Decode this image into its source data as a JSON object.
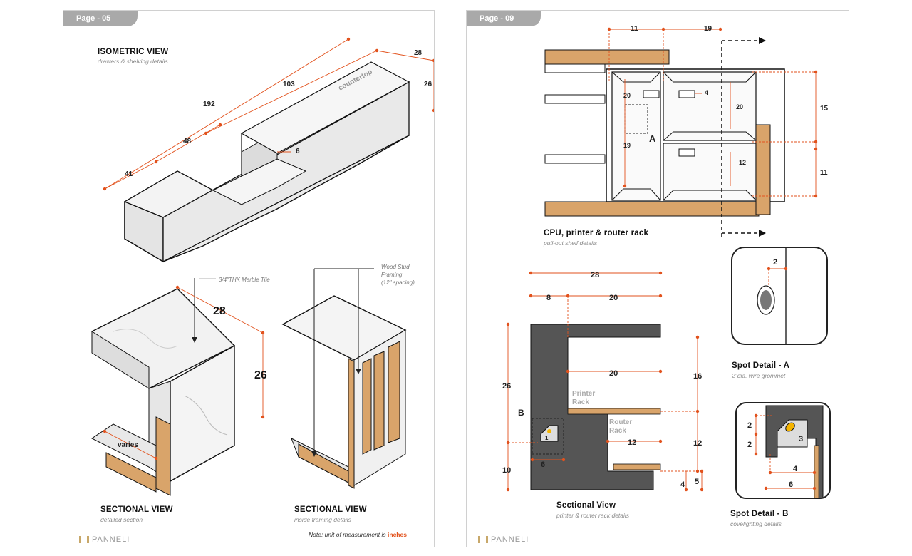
{
  "pages": [
    {
      "tab": "Page - 05"
    },
    {
      "tab": "Page - 09"
    }
  ],
  "left": {
    "iso": {
      "title": "ISOMETRIC VIEW",
      "subtitle": "drawers & shelving details",
      "dims": {
        "d192": "192",
        "d103": "103",
        "d48": "48",
        "d41": "41",
        "d28": "28",
        "d26": "26",
        "d6": "6"
      },
      "countertop": "countertop"
    },
    "section1": {
      "title": "SECTIONAL VIEW",
      "subtitle": "detailed section",
      "tile_note": "3/4\"THK Marble Tile",
      "d28": "28",
      "d26": "26",
      "varies": "varies"
    },
    "section2": {
      "title": "SECTIONAL VIEW",
      "subtitle": "inside framing details",
      "stud_note_1": "Wood Stud",
      "stud_note_2": "Framing",
      "stud_note_3": "(12\" spacing)"
    },
    "note_prefix": "Note: unit of measurement is ",
    "note_unit": "inches",
    "logo": "PANNELI"
  },
  "right": {
    "rack": {
      "title": "CPU, printer & router rack",
      "subtitle": "pull-out shelf details",
      "d11": "11",
      "d19": "19",
      "d20a": "20",
      "d4": "4",
      "d20b": "20",
      "d15": "15",
      "d19b": "19",
      "d12": "12",
      "d11b": "11",
      "A": "A"
    },
    "section": {
      "title": "Sectional View",
      "subtitle": "printer & router rack details",
      "d28": "28",
      "d8": "8",
      "d20": "20",
      "d20b": "20",
      "d16": "16",
      "d26": "26",
      "d12": "12",
      "d12b": "12",
      "d10": "10",
      "d6": "6",
      "d4": "4",
      "d5": "5",
      "B": "B",
      "printer": "Printer",
      "printer2": "Rack",
      "router": "Router",
      "router2": "Rack",
      "d1": "1"
    },
    "spotA": {
      "title": "Spot Detail - A",
      "subtitle": "2\"dia. wire grommet",
      "d2": "2"
    },
    "spotB": {
      "title": "Spot Detail - B",
      "subtitle": "covelighting details",
      "d2a": "2",
      "d2b": "2",
      "d3": "3",
      "d4": "4",
      "d6": "6"
    },
    "logo": "PANNELI"
  },
  "colors": {
    "dimension": "#e2521d",
    "wood": "#d9a46a",
    "dark": "#555555",
    "tab": "#a9a9a9"
  }
}
